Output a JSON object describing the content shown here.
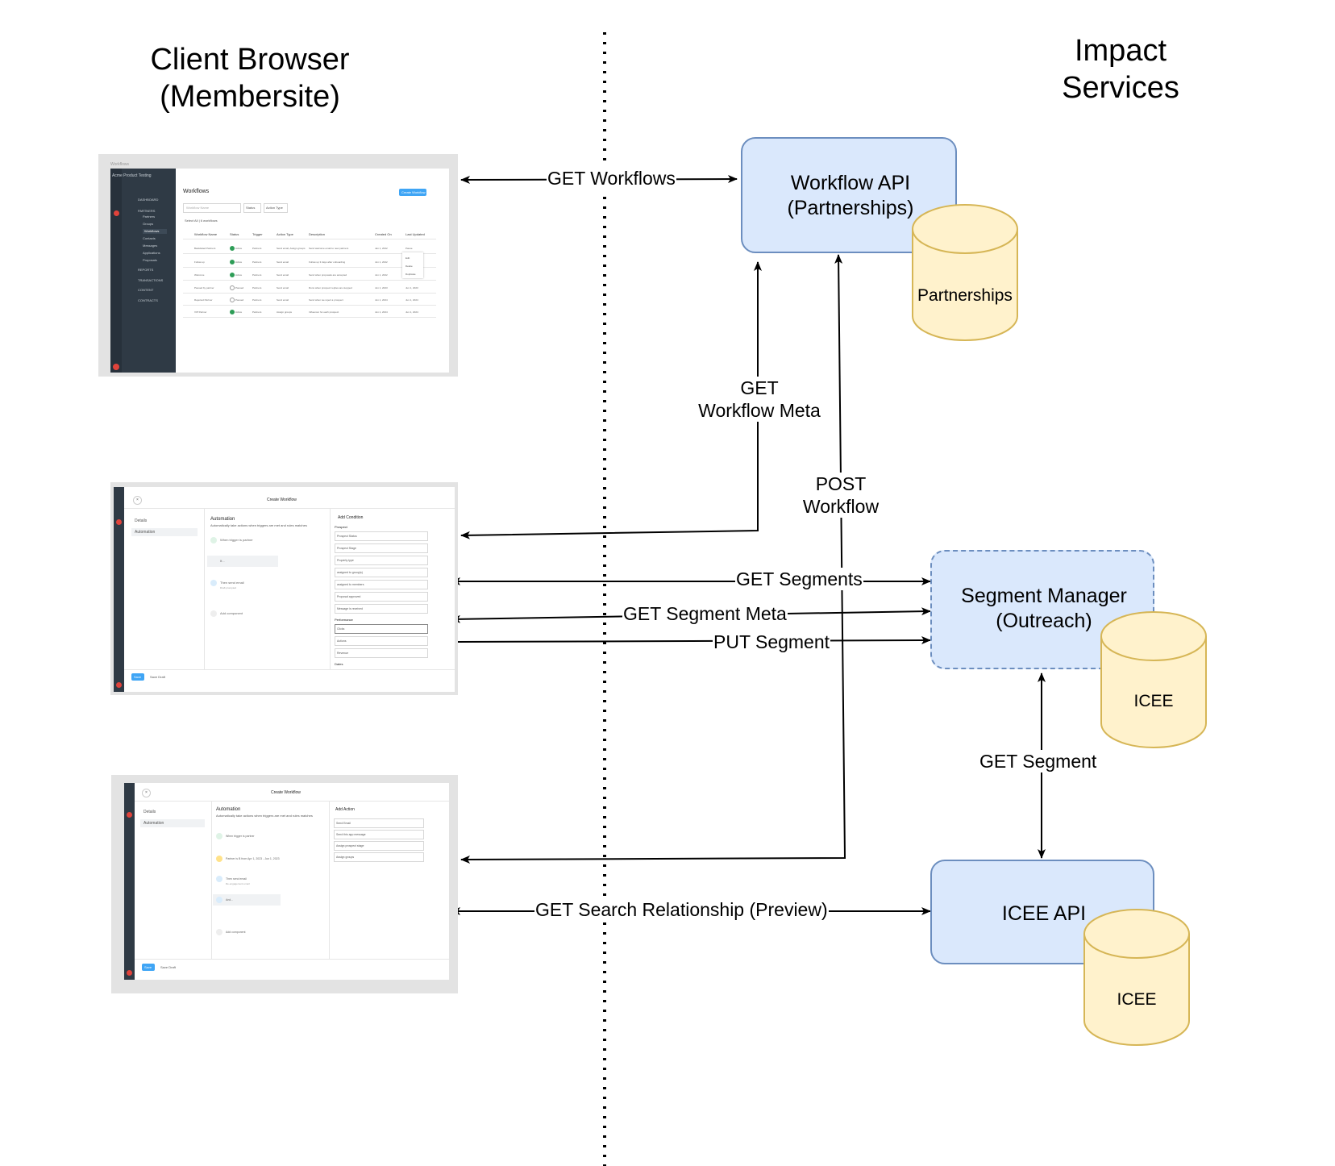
{
  "headings": {
    "left": [
      "Client Browser",
      "(Membersite)"
    ],
    "right": [
      "Impact",
      "Services"
    ]
  },
  "services": {
    "workflow_api": [
      "Workflow API",
      "(Partnerships)"
    ],
    "segment_manager": [
      "Segment Manager",
      "(Outreach)"
    ],
    "icee_api": "ICEE API"
  },
  "databases": {
    "partnerships": "Partnerships",
    "icee_1": "ICEE",
    "icee_2": "ICEE"
  },
  "edges": {
    "get_workflows": "GET Workflows",
    "get_workflow_meta": [
      "GET",
      "Workflow Meta"
    ],
    "post_workflow": [
      "POST",
      "Workflow"
    ],
    "get_segments": "GET Segments",
    "get_segment_meta": "GET Segment Meta",
    "put_segment": "PUT Segment",
    "get_segment": "GET Segment",
    "get_search_relationship": "GET Search Relationship (Preview)"
  },
  "colors": {
    "service_fill": "#dae8fc",
    "service_stroke": "#6c8ebf",
    "db_fill": "#fff2cc",
    "db_stroke": "#d6b656",
    "sidebar": "#2f3a45",
    "accent_blue": "#3fa5f5"
  },
  "screenshot_1": {
    "app_name": "Workflows",
    "account": "Acme Product Testing",
    "title": "Workflows",
    "create_button": "Create Workflow",
    "search_placeholder": "Workflow Name",
    "filter_status": "Status",
    "filter_action_type": "Action Type",
    "select_all": "Select All  |  6 workflows",
    "nav": [
      "DASHBOARD",
      "PARTNERS",
      "Partners",
      "Groups",
      "Workflows",
      "Contacts",
      "Messages",
      "Applications",
      "Proposals",
      "REPORTS",
      "TRANSACTIONS",
      "CONTENT",
      "CONTRACTS"
    ],
    "columns": [
      "Workflow Name",
      "Status",
      "Trigger",
      "Action Type",
      "Description",
      "Created On",
      "Last Updated"
    ],
    "rows": [
      [
        "Backdated Partners",
        "Active",
        "Partners",
        "Send email, Assign groups",
        "Send welcome email to new partners",
        "Jan 1, 2022",
        "Pause"
      ],
      [
        "Follow up",
        "Active",
        "Partners",
        "Send email",
        "Follow up 3 days after onboarding",
        "Jun 1, 2022",
        "Jun 1, 2022"
      ],
      [
        "Welcome",
        "Active",
        "Partners",
        "Send email",
        "Send when proposals are accepted",
        "Jun 1, 2022",
        "Jun 1, 2022"
      ],
      [
        "Paused by partner",
        "Paused",
        "Partners",
        "Send email",
        "Runs when prospect replies are stopped",
        "Jun 1, 2023",
        "Jun 1, 2023"
      ],
      [
        "Rejected Partner",
        "Paused",
        "Partners",
        "Send email",
        "Send when we reject a prospect",
        "Jun 1, 2024",
        "Jun 1, 2024"
      ],
      [
        "VIP Partner",
        "Active",
        "Partners",
        "Assign groups",
        "Influencer for each prospect",
        "Jun 1, 2024",
        "Jun 1, 2024"
      ]
    ],
    "menu": [
      "Edit",
      "Delete",
      "Duplicate"
    ]
  },
  "screenshot_2": {
    "title": "Create Workflow",
    "nav": [
      "Details",
      "Automation"
    ],
    "section": "Automation",
    "section_sub": "Automatically take actions when triggers are met and rules matches",
    "steps": [
      "When trigger is partner",
      "If...",
      "Then send email",
      "Add component"
    ],
    "step_sub": "Draft prompted",
    "panel_title": "Add Condition",
    "panel_group_1": "Prospect",
    "panel_items_1": [
      "Prospect Status",
      "Prospect Stage",
      "Property type",
      "assigned to group(s)",
      "assigned to members",
      "Proposal approved",
      "Message is received"
    ],
    "panel_group_2": "Performance",
    "panel_items_2": [
      "Clicks",
      "Actions",
      "Revenue"
    ],
    "panel_group_3": "Dates",
    "save_button": "Save",
    "footer_text": "Save Draft"
  },
  "screenshot_3": {
    "title": "Create Workflow",
    "nav": [
      "Details",
      "Automation"
    ],
    "section": "Automation",
    "section_sub": "Automatically take actions when triggers are met and rules matches",
    "steps": [
      "When trigger is partner",
      "Partner is B from Apr 1, 2023 - Jun 1, 2023",
      "Then send email",
      "And...",
      "Add component"
    ],
    "step_sub": "Re-engagement email",
    "panel_title": "Add Action",
    "panel_items": [
      "Send Email",
      "Send this app message",
      "Assign prospect stage",
      "Assign groups"
    ],
    "save_button": "Save",
    "footer_text": "Save Draft"
  }
}
